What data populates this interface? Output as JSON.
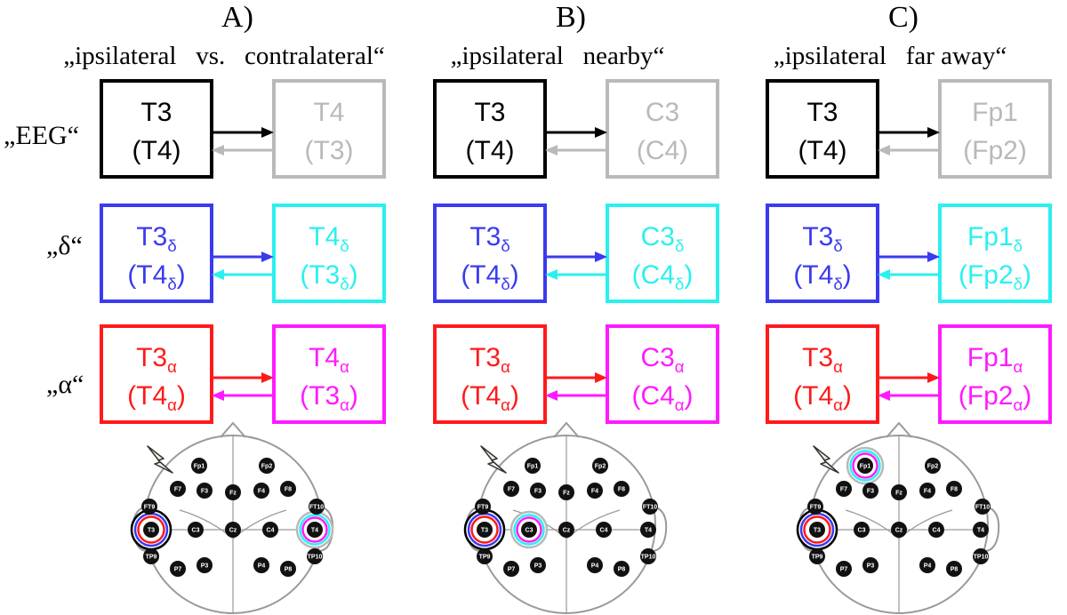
{
  "colors": {
    "black": "#000000",
    "gray": "#b9b9b9",
    "blue": "#3a3af0",
    "cyan": "#2af0f0",
    "red": "#ff1a1a",
    "magenta": "#ff1aff",
    "head_line": "#9a9a9a",
    "electrode": "#111111"
  },
  "row_labels": {
    "eeg": "„EEG“",
    "delta": "„δ“",
    "alpha": "„α“"
  },
  "panels": [
    {
      "letter": "A)",
      "subtitle": "„ipsilateral   vs.   contralateral“",
      "eeg": {
        "left_top": "T3",
        "left_bottom": "(T4)",
        "right_top": "T4",
        "right_bottom": "(T3)"
      },
      "delta": {
        "left_top": "T3",
        "left_top_sub": "δ",
        "left_bottom": "(T4",
        "left_bottom_sub": "δ",
        "left_bottom_end": ")",
        "right_top": "T4",
        "right_top_sub": "δ",
        "right_bottom": "(T3",
        "right_bottom_sub": "δ",
        "right_bottom_end": ")"
      },
      "alpha": {
        "left_top": "T3",
        "left_top_sub": "α",
        "left_bottom": "(T4",
        "left_bottom_sub": "α",
        "left_bottom_end": ")",
        "right_top": "T4",
        "right_top_sub": "α",
        "right_bottom": "(T3",
        "right_bottom_sub": "α",
        "right_bottom_end": ")"
      },
      "highlight": [
        "T3",
        "T4"
      ]
    },
    {
      "letter": "B)",
      "subtitle": "„ipsilateral   nearby“",
      "eeg": {
        "left_top": "T3",
        "left_bottom": "(T4)",
        "right_top": "C3",
        "right_bottom": "(C4)"
      },
      "delta": {
        "left_top": "T3",
        "left_top_sub": "δ",
        "left_bottom": "(T4",
        "left_bottom_sub": "δ",
        "left_bottom_end": ")",
        "right_top": "C3",
        "right_top_sub": "δ",
        "right_bottom": "(C4",
        "right_bottom_sub": "δ",
        "right_bottom_end": ")"
      },
      "alpha": {
        "left_top": "T3",
        "left_top_sub": "α",
        "left_bottom": "(T4",
        "left_bottom_sub": "α",
        "left_bottom_end": ")",
        "right_top": "C3",
        "right_top_sub": "α",
        "right_bottom": "(C4",
        "right_bottom_sub": "α",
        "right_bottom_end": ")"
      },
      "highlight": [
        "T3",
        "C3"
      ]
    },
    {
      "letter": "C)",
      "subtitle": "„ipsilateral   far away“",
      "eeg": {
        "left_top": "T3",
        "left_bottom": "(T4)",
        "right_top": "Fp1",
        "right_bottom": "(Fp2)"
      },
      "delta": {
        "left_top": "T3",
        "left_top_sub": "δ",
        "left_bottom": "(T4",
        "left_bottom_sub": "δ",
        "left_bottom_end": ")",
        "right_top": "Fp1",
        "right_top_sub": "δ",
        "right_bottom": "(Fp2",
        "right_bottom_sub": "δ",
        "right_bottom_end": ")"
      },
      "alpha": {
        "left_top": "T3",
        "left_top_sub": "α",
        "left_bottom": "(T4",
        "left_bottom_sub": "α",
        "left_bottom_end": ")",
        "right_top": "Fp1",
        "right_top_sub": "α",
        "right_bottom": "(Fp2",
        "right_bottom_sub": "α",
        "right_bottom_end": ")"
      },
      "highlight": [
        "T3",
        "Fp1"
      ]
    }
  ],
  "electrode_labels": [
    "Fp1",
    "Fp2",
    "F7",
    "F3",
    "Fz",
    "F4",
    "F8",
    "FT9",
    "FT10",
    "T3",
    "C3",
    "Cz",
    "C4",
    "T4",
    "TP9",
    "TP10",
    "P7",
    "P3",
    "P4",
    "P8"
  ]
}
